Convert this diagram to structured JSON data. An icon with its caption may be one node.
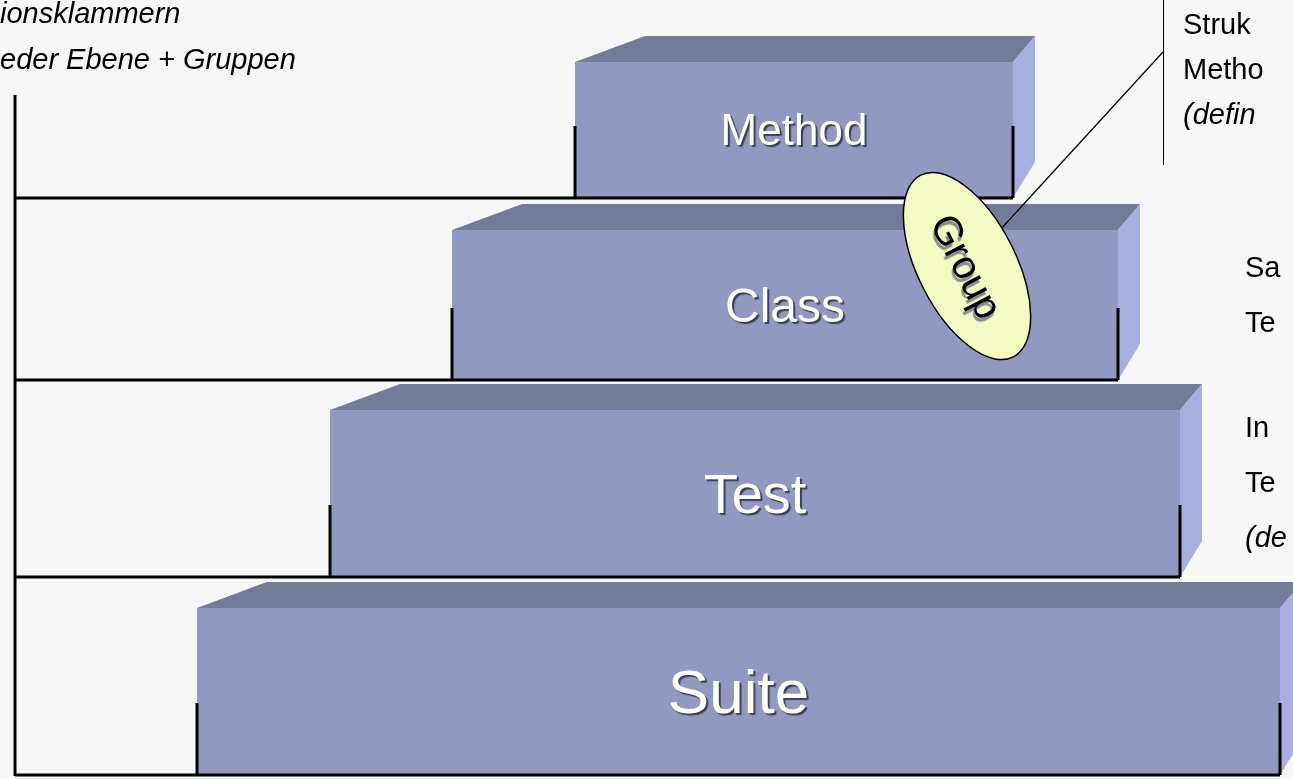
{
  "diagram": {
    "nodes": [
      {
        "text": [
          "Method"
        ]
      },
      {
        "text": [
          "Struk Metho *(defin*"
        ]
      },
      {
        "text": [
          "Group"
        ]
      },
      {
        "text": [
          "Class"
        ]
      },
      {
        "text": [
          "Test"
        ]
      },
      {
        "text": [
          "Suite"
        ]
      }
    ],
    "edges": [
      {
        "from": 1,
        "to": 2,
        "arrow": "none"
      }
    ],
    "labels": [
      "ionsklammern",
      "eder Ebene + Gruppen",
      "Sa Te",
      "In Te *(de*"
    ]
  }
}
